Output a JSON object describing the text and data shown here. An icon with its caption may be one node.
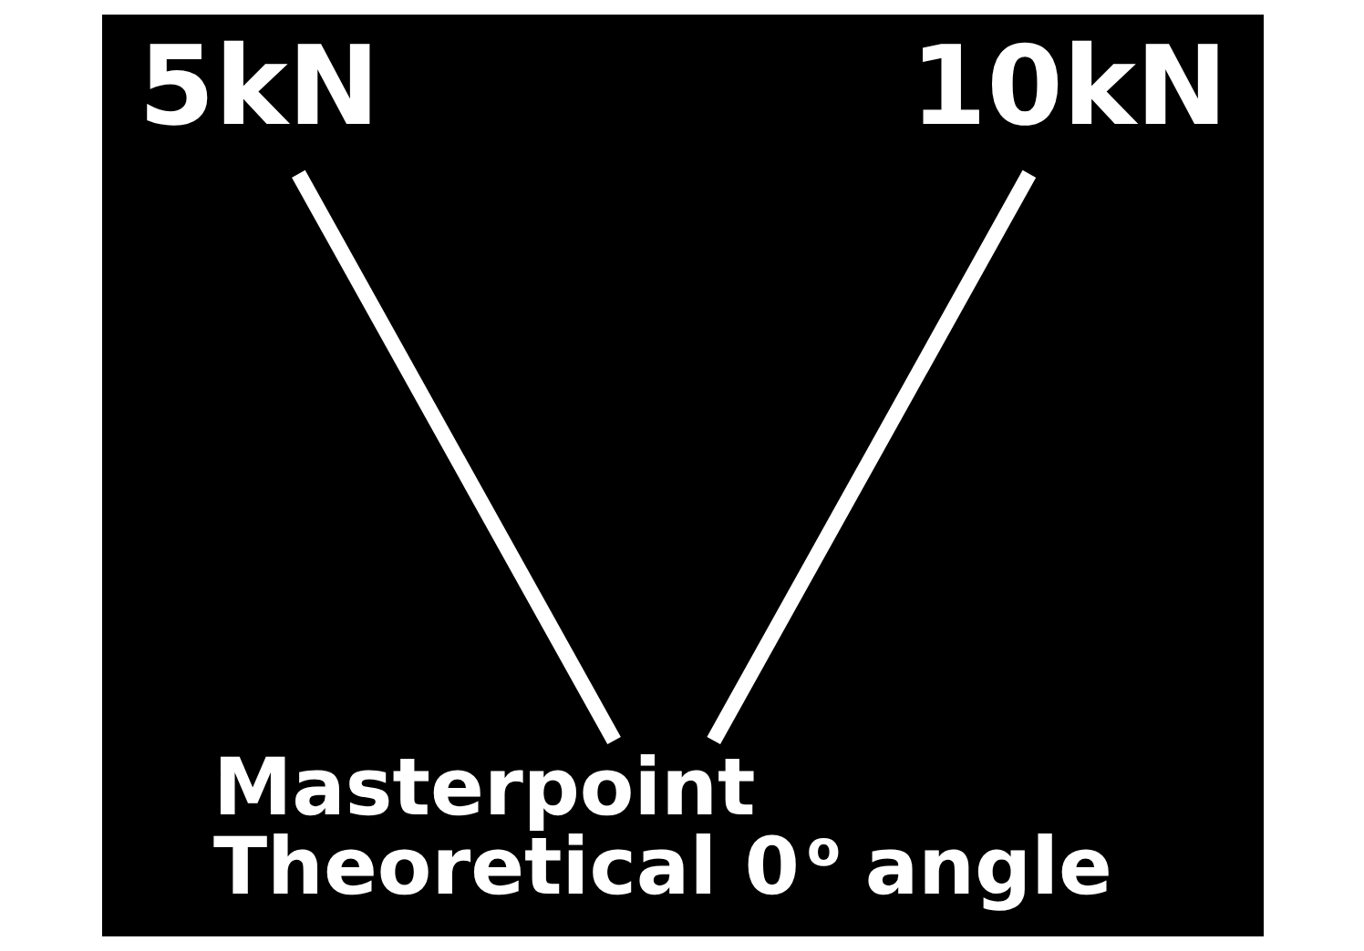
{
  "diagram": {
    "nodes": [
      {
        "text": [
          "5kN"
        ]
      },
      {
        "text": [
          "10kN"
        ]
      },
      {
        "text": [
          "Masterpoint",
          "Theoretical 0$^{o}$ angle"
        ]
      }
    ],
    "edges": [
      {
        "from": 0,
        "to": 2,
        "arrow": "none"
      },
      {
        "from": 1,
        "to": 2,
        "arrow": "none"
      }
    ]
  }
}
